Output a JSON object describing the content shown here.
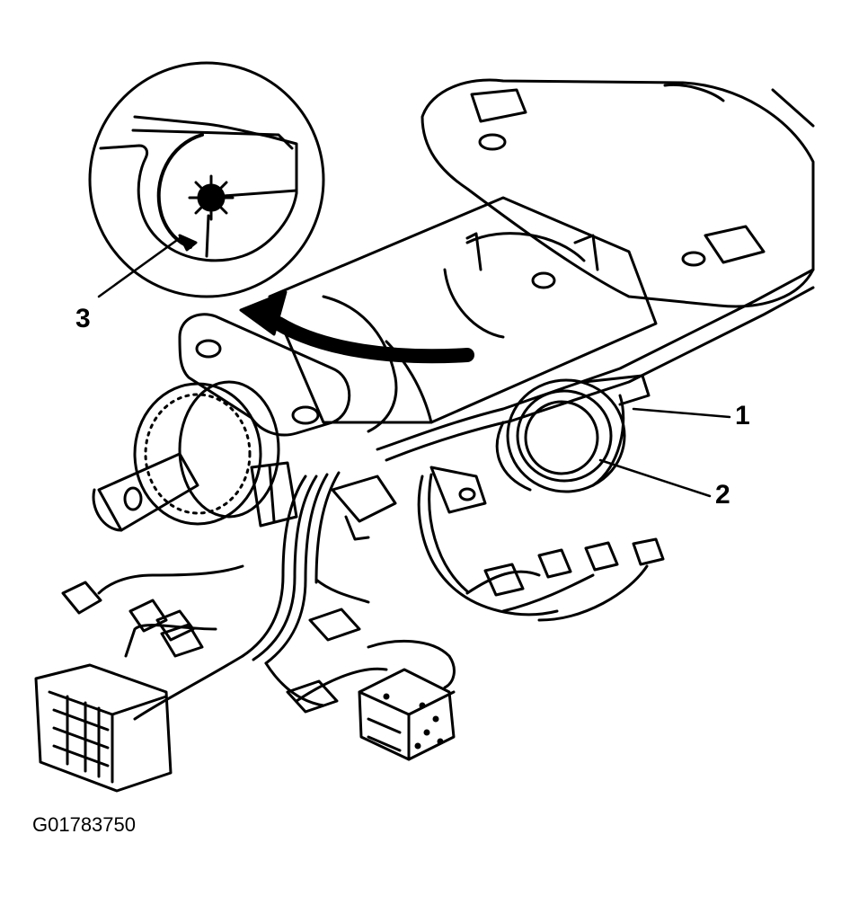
{
  "callouts": {
    "c1": "1",
    "c2": "2",
    "c3": "3"
  },
  "figure_id": "G01783750",
  "colors": {
    "ink": "#000000",
    "paper": "#ffffff"
  }
}
